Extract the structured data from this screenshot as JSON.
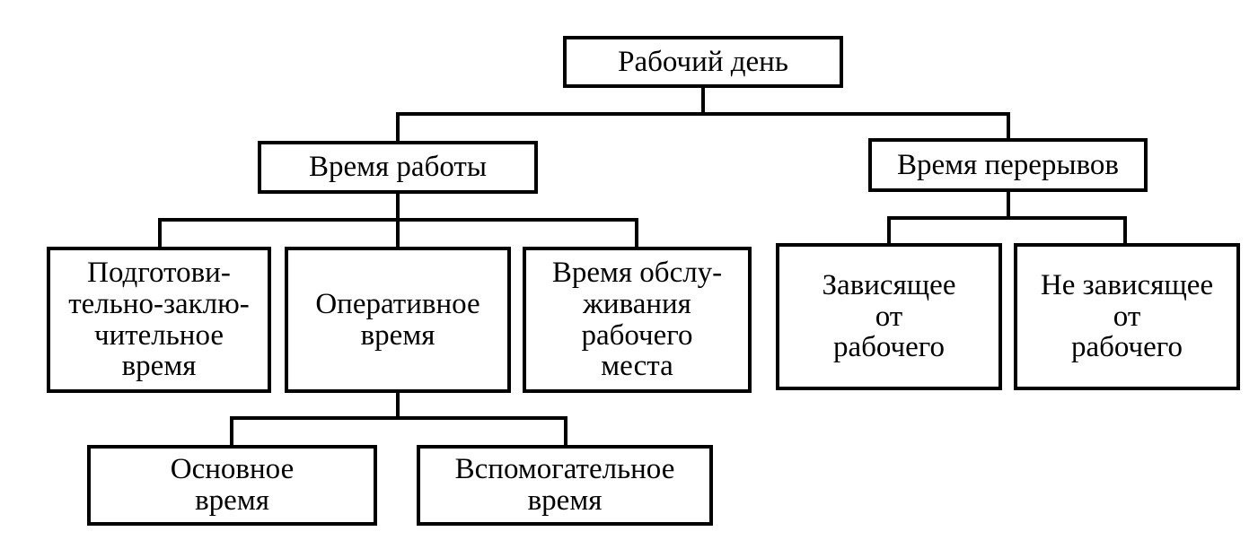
{
  "nodes": {
    "root": "Рабочий день",
    "work_time": "Время работы",
    "break_time": "Время перерывов",
    "prep_final": "Подготови-\nтельно-заклю-\nчительное\nвремя",
    "operative": "Оперативное\nвремя",
    "service": "Время обслу-\nживания\nрабочего\nместа",
    "dependent": "Зависящее\nот\nрабочего",
    "independent": "Не зависящее\nот\nрабочего",
    "main_time": "Основное\nвремя",
    "auxiliary": "Вспомогательное\nвремя"
  }
}
